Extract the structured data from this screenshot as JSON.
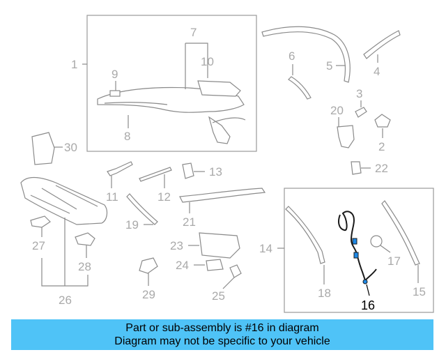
{
  "callouts": {
    "n1": "1",
    "n2": "2",
    "n3": "3",
    "n4": "4",
    "n5": "5",
    "n6": "6",
    "n7": "7",
    "n8": "8",
    "n9": "9",
    "n10": "10",
    "n11": "11",
    "n12": "12",
    "n13": "13",
    "n14": "14",
    "n15": "15",
    "n16": "16",
    "n17": "17",
    "n18": "18",
    "n19": "19",
    "n20": "20",
    "n21": "21",
    "n22": "22",
    "n23": "23",
    "n24": "24",
    "n25": "25",
    "n26": "26",
    "n27": "27",
    "n28": "28",
    "n29": "29",
    "n30": "30"
  },
  "highlighted_part": "16",
  "colors": {
    "banner_bg": "#4fc3f7",
    "highlight_part": "#1e88e5",
    "line_gray": "#8a8a8a",
    "label_gray": "#a9a9a9"
  },
  "banner": {
    "line1": "Part or sub-assembly is #16 in diagram",
    "line2": "Diagram may not be specific to your vehicle"
  }
}
